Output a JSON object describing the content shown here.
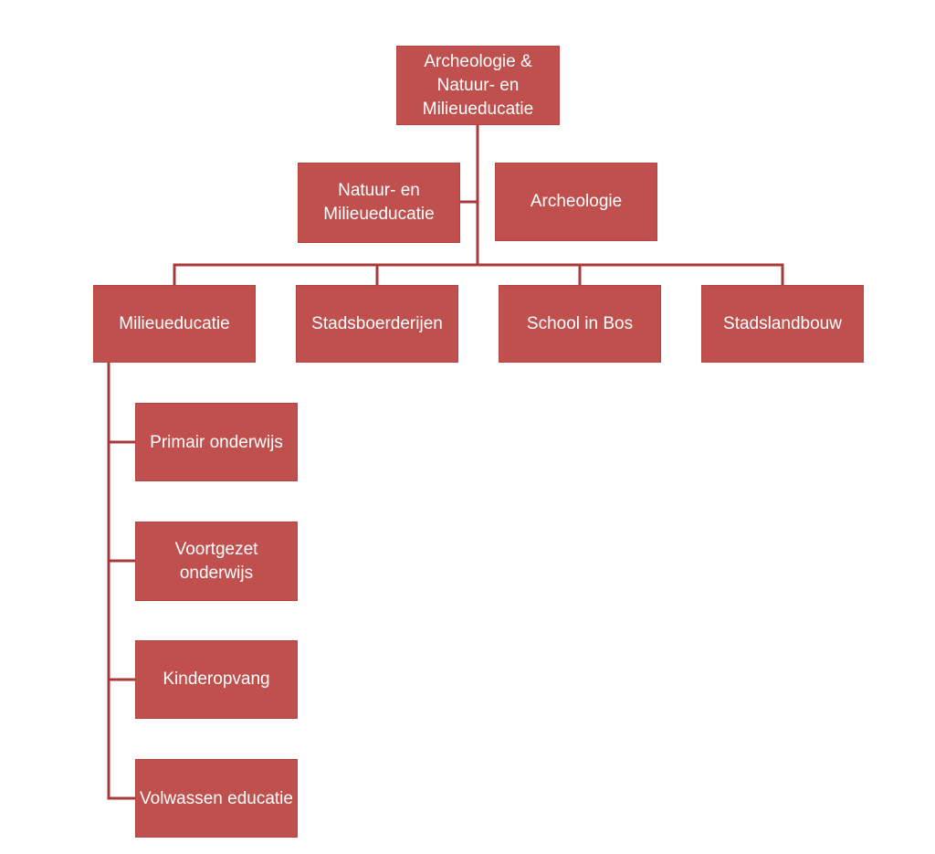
{
  "diagram": {
    "box_color": "#c0504d",
    "line_color": "#a83a3a",
    "text_color": "#ffffff",
    "root": {
      "label": "Archeologie & Natuur- en Milieueducatie"
    },
    "assistants": [
      {
        "label": "Natuur- en Milieueducatie"
      },
      {
        "label": "Archeologie"
      }
    ],
    "children": [
      {
        "label": "Milieueducatie"
      },
      {
        "label": "Stadsboerderijen"
      },
      {
        "label": "School in Bos"
      },
      {
        "label": "Stadslandbouw"
      }
    ],
    "subchildren": [
      {
        "label": "Primair onderwijs"
      },
      {
        "label": "Voortgezet onderwijs"
      },
      {
        "label": "Kinderopvang"
      },
      {
        "label": "Volwassen educatie"
      }
    ]
  }
}
